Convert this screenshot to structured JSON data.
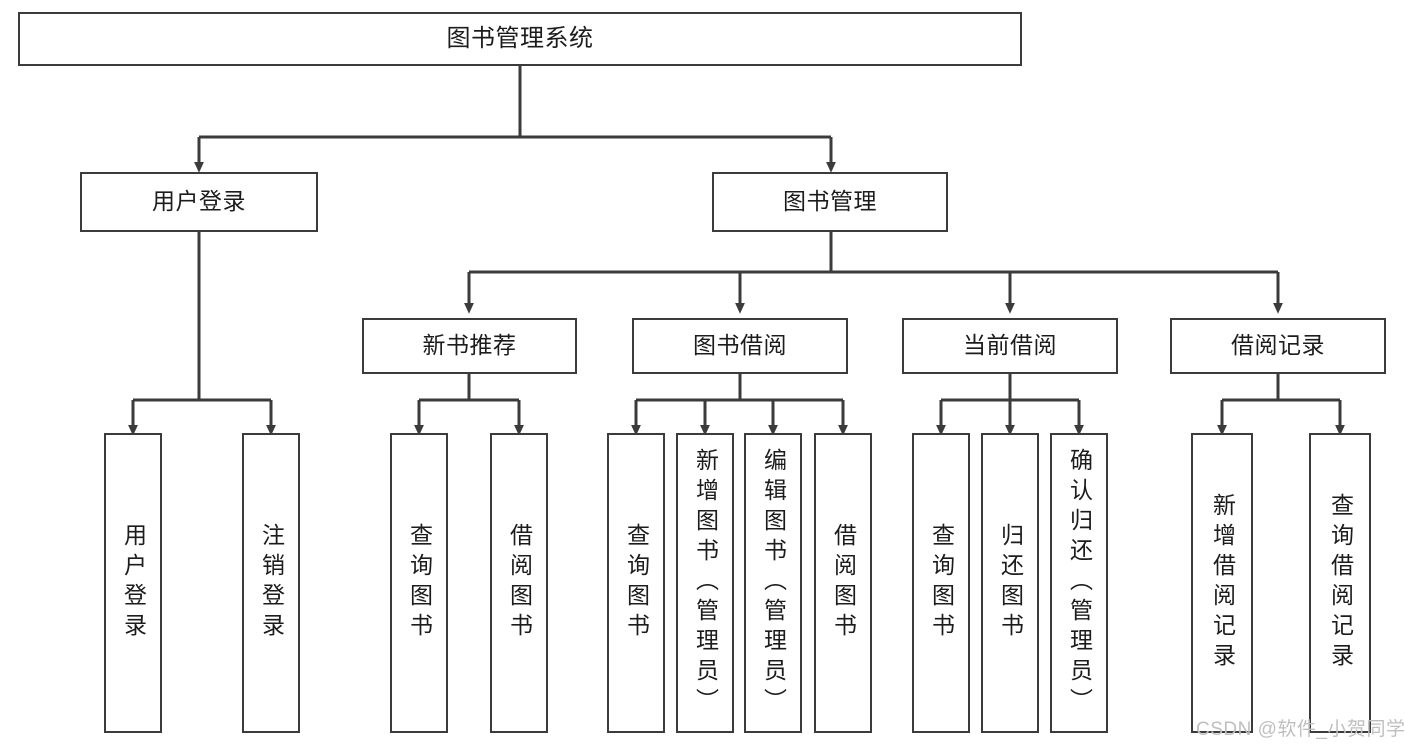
{
  "diagram": {
    "type": "tree-hierarchy-flowchart",
    "title": "图书管理系统",
    "watermark": "CSDN @软件_小贺同学",
    "colors": {
      "box_border": "#3b3b3b",
      "box_fill": "#ffffff",
      "connector": "#3b3b3b",
      "text": "#1c1c1c",
      "watermark": "#bfbfbf",
      "background": "#ffffff"
    },
    "levels": {
      "root": "图书管理系统",
      "level2": [
        "用户登录",
        "图书管理"
      ],
      "level3": [
        "新书推荐",
        "图书借阅",
        "当前借阅",
        "借阅记录"
      ],
      "leaves": [
        "用户登录",
        "注销登录",
        "查询图书",
        "借阅图书",
        "查询图书",
        "新增图书（管理员）",
        "编辑图书（管理员）",
        "借阅图书",
        "查询图书",
        "归还图书",
        "确认归还（管理员）",
        "新增借阅记录",
        "查询借阅记录"
      ]
    },
    "nodes": {
      "root": {
        "label": "图书管理系统"
      },
      "user_login": {
        "label": "用户登录"
      },
      "book_manage": {
        "label": "图书管理"
      },
      "new_book_rec": {
        "label": "新书推荐"
      },
      "book_borrow": {
        "label": "图书借阅"
      },
      "current_borrow": {
        "label": "当前借阅"
      },
      "borrow_record": {
        "label": "借阅记录"
      },
      "leaf_user_login": {
        "label": "用户登录"
      },
      "leaf_logout": {
        "label": "注销登录"
      },
      "leaf_query_book_1": {
        "label": "查询图书"
      },
      "leaf_borrow_book_1": {
        "label": "借阅图书"
      },
      "leaf_query_book_2": {
        "label": "查询图书"
      },
      "leaf_add_book": {
        "label": "新增图书（管理员）"
      },
      "leaf_edit_book": {
        "label": "编辑图书（管理员）"
      },
      "leaf_borrow_book_2": {
        "label": "借阅图书"
      },
      "leaf_query_book_3": {
        "label": "查询图书"
      },
      "leaf_return_book": {
        "label": "归还图书"
      },
      "leaf_confirm_return": {
        "label": "确认归还（管理员）"
      },
      "leaf_add_record": {
        "label": "新增借阅记录"
      },
      "leaf_query_record": {
        "label": "查询借阅记录"
      }
    },
    "edges": [
      {
        "from": "root",
        "to": "user_login"
      },
      {
        "from": "root",
        "to": "book_manage"
      },
      {
        "from": "user_login",
        "to": "leaf_user_login"
      },
      {
        "from": "user_login",
        "to": "leaf_logout"
      },
      {
        "from": "book_manage",
        "to": "new_book_rec"
      },
      {
        "from": "book_manage",
        "to": "book_borrow"
      },
      {
        "from": "book_manage",
        "to": "current_borrow"
      },
      {
        "from": "book_manage",
        "to": "borrow_record"
      },
      {
        "from": "new_book_rec",
        "to": "leaf_query_book_1"
      },
      {
        "from": "new_book_rec",
        "to": "leaf_borrow_book_1"
      },
      {
        "from": "book_borrow",
        "to": "leaf_query_book_2"
      },
      {
        "from": "book_borrow",
        "to": "leaf_add_book"
      },
      {
        "from": "book_borrow",
        "to": "leaf_edit_book"
      },
      {
        "from": "book_borrow",
        "to": "leaf_borrow_book_2"
      },
      {
        "from": "current_borrow",
        "to": "leaf_query_book_3"
      },
      {
        "from": "current_borrow",
        "to": "leaf_return_book"
      },
      {
        "from": "current_borrow",
        "to": "leaf_confirm_return"
      },
      {
        "from": "borrow_record",
        "to": "leaf_add_record"
      },
      {
        "from": "borrow_record",
        "to": "leaf_query_record"
      }
    ]
  }
}
